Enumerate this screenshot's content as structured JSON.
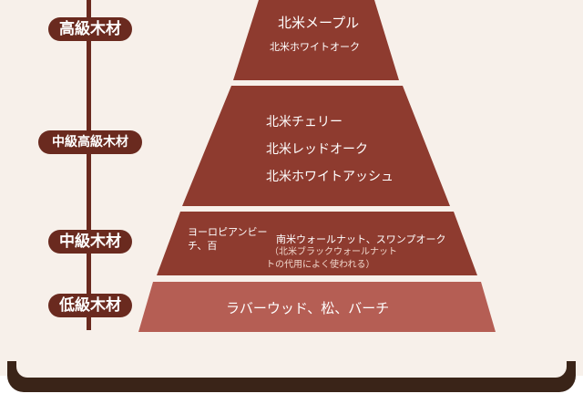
{
  "colors": {
    "band_dark": "#8e3b2f",
    "band_light": "#b55e54",
    "label_bg": "#6a2a1f",
    "background": "#f7f0ea"
  },
  "tiers": [
    {
      "label": "高級木材",
      "woods": [
        "北米メープル",
        "北米ホワイトオーク"
      ]
    },
    {
      "label": "中級高級木材",
      "woods": [
        "北米チェリー",
        "北米レッドオーク",
        "北米ホワイトアッシュ"
      ]
    },
    {
      "label": "中級木材",
      "woods_left": [
        "ヨーロピアンビー",
        "チ、百"
      ],
      "woods_right": "南米ウォールナット、スワンプオーク",
      "note_lines": [
        "（北米ブラックウォールナット",
        "トの代用によく使われる）"
      ]
    },
    {
      "label": "低級木材",
      "woods": [
        "ラバーウッド、松、バーチ"
      ]
    }
  ]
}
